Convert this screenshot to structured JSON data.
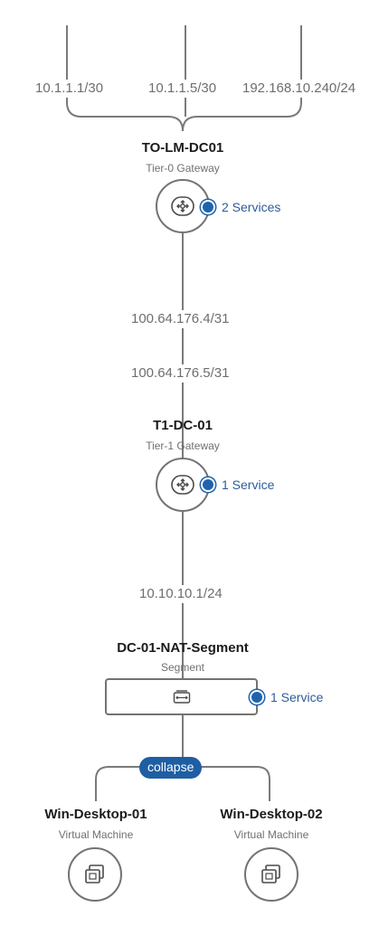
{
  "uplinks": [
    {
      "ip": "10.1.1.1/30"
    },
    {
      "ip": "10.1.1.5/30"
    },
    {
      "ip": "192.168.10.240/24"
    }
  ],
  "tier0": {
    "name": "TO-LM-DC01",
    "type": "Tier-0 Gateway",
    "services": "2 Services",
    "icon": "router-icon"
  },
  "t0_t1_link": {
    "upper_ip": "100.64.176.4/31",
    "lower_ip": "100.64.176.5/31"
  },
  "tier1": {
    "name": "T1-DC-01",
    "type": "Tier-1 Gateway",
    "services": "1 Service",
    "icon": "router-icon"
  },
  "t1_segment_link": {
    "ip": "10.10.10.1/24"
  },
  "segment": {
    "name": "DC-01-NAT-Segment",
    "type": "Segment",
    "services": "1 Service",
    "icon": "segment-icon"
  },
  "collapse_label": "collapse",
  "vms": [
    {
      "name": "Win-Desktop-01",
      "type": "Virtual Machine",
      "icon": "vm-icon"
    },
    {
      "name": "Win-Desktop-02",
      "type": "Virtual Machine",
      "icon": "vm-icon"
    }
  ],
  "colors": {
    "wire": "#7a7a7a",
    "node_border": "#737373",
    "service_dot": "#1f63ad",
    "service_text": "#2d5c99",
    "collapse_bg": "#1f5ea3"
  }
}
